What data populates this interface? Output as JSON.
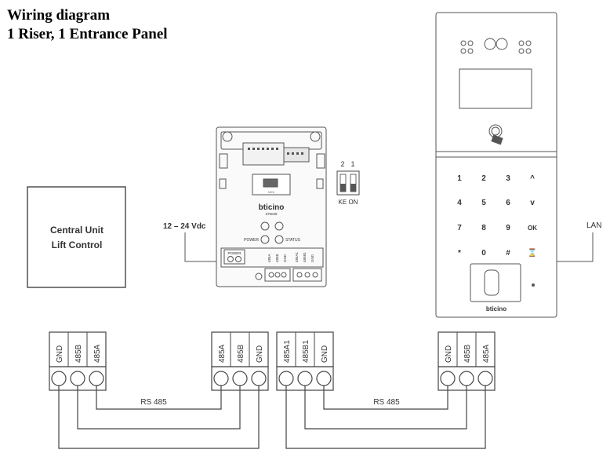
{
  "title": {
    "line1": "Wiring diagram",
    "line2": "1 Riser, 1 Entrance Panel"
  },
  "central_unit": {
    "line1": "Central Unit",
    "line2": "Lift Control"
  },
  "power_label": "12 – 24 Vdc",
  "interface": {
    "brand": "bticino",
    "code": "375039",
    "power_led": "POWER",
    "status_led": "STATUS",
    "power_terminal": "POWER",
    "terminals": [
      "485A",
      "485B",
      "GND",
      "485A1",
      "485B1",
      "GND"
    ]
  },
  "dip": {
    "numbers": [
      "2",
      "1"
    ],
    "legend": "KE ON"
  },
  "panel": {
    "keys": [
      "1",
      "2",
      "3",
      "^",
      "4",
      "5",
      "6",
      "v",
      "7",
      "8",
      "9",
      "OK",
      "*",
      "0",
      "#",
      "⌛"
    ],
    "brand": "bticino",
    "lan_label": "LAN"
  },
  "terminal_blocks": [
    [
      "GND",
      "485B",
      "485A"
    ],
    [
      "485A",
      "485B",
      "GND"
    ],
    [
      "485A1",
      "485B1",
      "GND"
    ],
    [
      "GND",
      "485B",
      "485A"
    ]
  ],
  "bus_labels": [
    "RS 485",
    "RS 485"
  ],
  "colors": {
    "line": "#444444",
    "panel_border": "#555555",
    "text": "#333333"
  }
}
